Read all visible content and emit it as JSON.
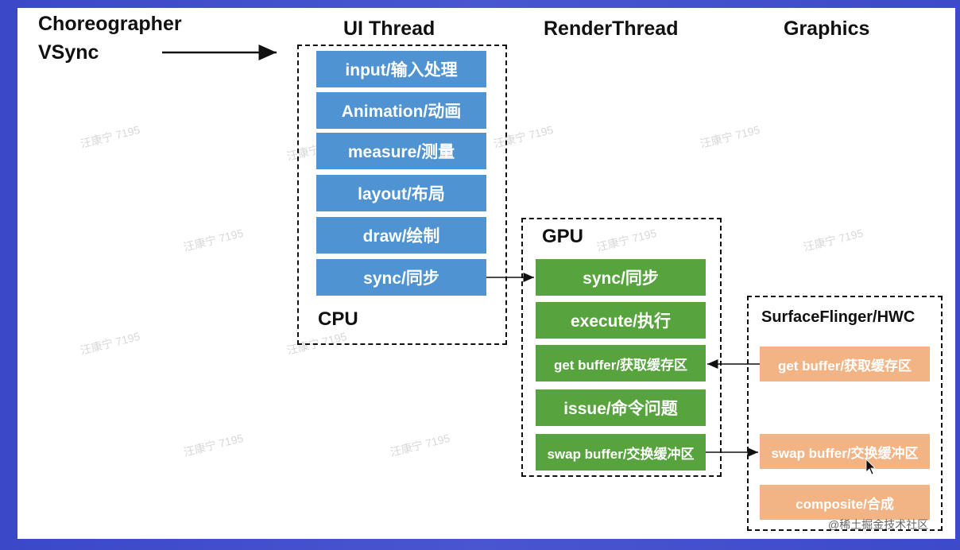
{
  "headers": {
    "choreographer": "Choreographer",
    "vsync": "VSync",
    "ui_thread": "UI Thread",
    "render_thread": "RenderThread",
    "graphics": "Graphics"
  },
  "cpu": {
    "label": "CPU",
    "steps": [
      "input/输入处理",
      "Animation/动画",
      "measure/测量",
      "layout/布局",
      "draw/绘制",
      "sync/同步"
    ]
  },
  "gpu": {
    "label": "GPU",
    "steps": [
      "sync/同步",
      "execute/执行",
      "get buffer/获取缓存区",
      "issue/命令问题",
      "swap buffer/交换缓冲区"
    ]
  },
  "surfaceflinger": {
    "label": "SurfaceFlinger/HWC",
    "steps": [
      "get buffer/获取缓存区",
      "swap buffer/交换缓冲区",
      "composite/合成"
    ]
  },
  "watermark": "汪康宁 7195",
  "footer_credit": "@稀土掘金技术社区",
  "colors": {
    "cpu_box": "#4f93d2",
    "gpu_box": "#57a43e",
    "sf_box": "#f2b385",
    "background": "#4a55d0"
  }
}
